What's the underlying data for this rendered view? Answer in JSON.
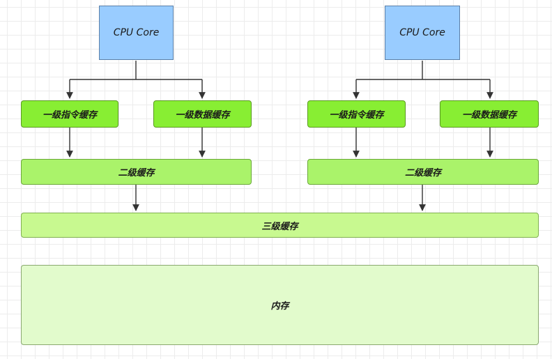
{
  "left": {
    "cpu_label": "CPU Core",
    "l1_instruction": "一级指令缓存",
    "l1_data": "一级数据缓存",
    "l2": "二级缓存"
  },
  "right": {
    "cpu_label": "CPU Core",
    "l1_instruction": "一级指令缓存",
    "l1_data": "一级数据缓存",
    "l2": "二级缓存"
  },
  "l3": "三级缓存",
  "memory": "内存"
}
